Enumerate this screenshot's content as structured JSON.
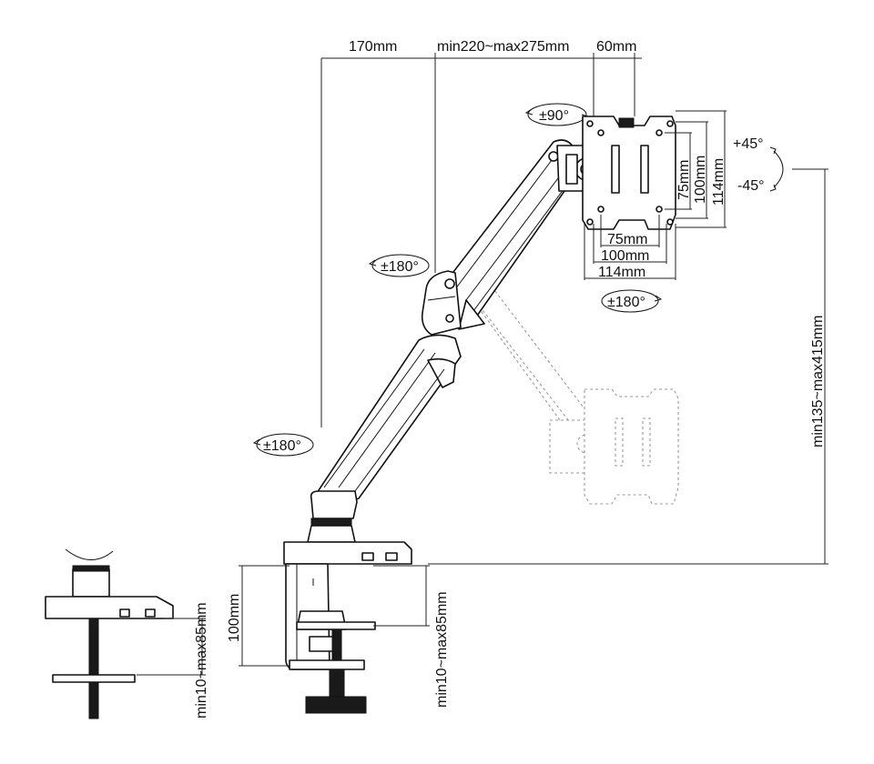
{
  "dimensions": {
    "arm_reach_1": "170mm",
    "arm_reach_2": "min220~max275mm",
    "plate_offset": "60mm",
    "height_range": "min135~max415mm",
    "clamp_height": "100mm",
    "desk_thickness_clamp": "min10~max85mm",
    "desk_thickness_grommet": "min10~max85mm"
  },
  "vesa": {
    "horizontal": [
      "75mm",
      "100mm",
      "114mm"
    ],
    "vertical": [
      "75mm",
      "100mm",
      "114mm"
    ]
  },
  "rotations": {
    "plate_rotate": "±90°",
    "elbow_swivel": "±180°",
    "base_swivel": "±180°",
    "head_swivel": "±180°",
    "tilt_up": "+45°",
    "tilt_down": "-45°"
  }
}
